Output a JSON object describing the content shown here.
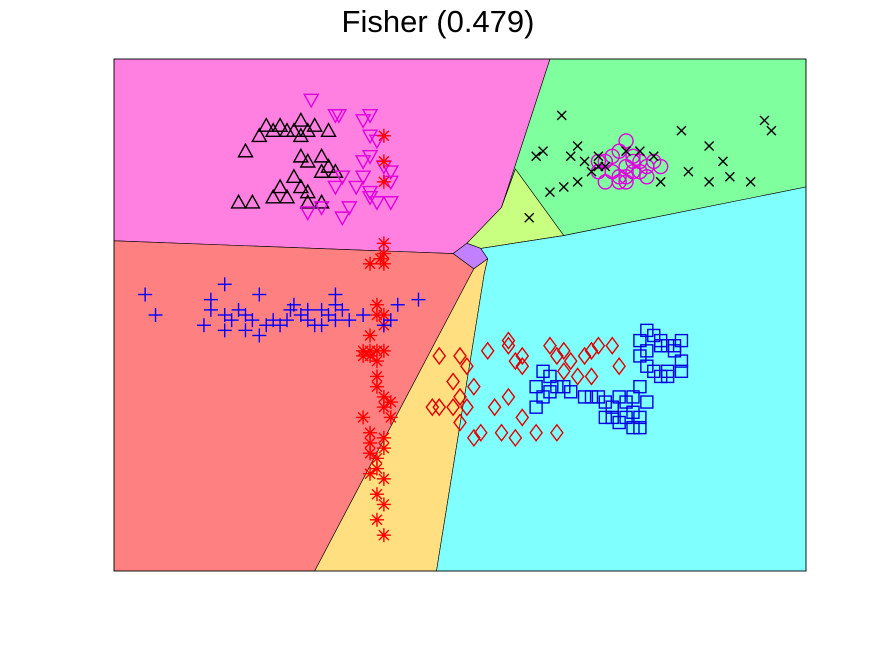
{
  "chart_data": {
    "type": "scatter",
    "title": "Fisher (0.479)",
    "xlabel": "",
    "ylabel": "",
    "xlim": [
      0,
      1
    ],
    "ylim": [
      0,
      1
    ],
    "axes_visible": false,
    "grid": false,
    "legend": "none",
    "regions": [
      {
        "class": "triangle-up",
        "color": "#FF80E0",
        "polygon": [
          [
            0.0,
            0.0
          ],
          [
            0.63,
            0.0
          ],
          [
            0.56,
            0.29
          ],
          [
            0.51,
            0.36
          ],
          [
            0.49,
            0.38
          ],
          [
            0.0,
            0.355
          ]
        ]
      },
      {
        "class": "cross",
        "color": "#80FF9E",
        "polygon": [
          [
            0.63,
            0.0
          ],
          [
            1.0,
            0.0
          ],
          [
            1.0,
            0.25
          ],
          [
            0.65,
            0.345
          ],
          [
            0.58,
            0.215
          ],
          [
            0.56,
            0.29
          ]
        ]
      },
      {
        "class": "star",
        "color": "#C8FF80",
        "polygon": [
          [
            0.58,
            0.215
          ],
          [
            0.65,
            0.345
          ],
          [
            0.53,
            0.37
          ],
          [
            0.51,
            0.36
          ],
          [
            0.56,
            0.29
          ]
        ]
      },
      {
        "class": "triangle-down",
        "color": "#C080FF",
        "polygon": [
          [
            0.51,
            0.36
          ],
          [
            0.53,
            0.37
          ],
          [
            0.54,
            0.39
          ],
          [
            0.52,
            0.41
          ],
          [
            0.49,
            0.38
          ]
        ]
      },
      {
        "class": "plus",
        "color": "#FF8080",
        "polygon": [
          [
            0.0,
            0.355
          ],
          [
            0.49,
            0.38
          ],
          [
            0.52,
            0.41
          ],
          [
            0.29,
            1.0
          ],
          [
            0.0,
            1.0
          ]
        ]
      },
      {
        "class": "diamond",
        "color": "#FFDF80",
        "polygon": [
          [
            0.52,
            0.41
          ],
          [
            0.54,
            0.39
          ],
          [
            0.535,
            0.42
          ],
          [
            0.466,
            1.0
          ],
          [
            0.29,
            1.0
          ]
        ]
      },
      {
        "class": "square",
        "color": "#80FFFF",
        "polygon": [
          [
            0.53,
            0.37
          ],
          [
            0.65,
            0.345
          ],
          [
            1.0,
            0.25
          ],
          [
            1.0,
            1.0
          ],
          [
            0.466,
            1.0
          ],
          [
            0.535,
            0.42
          ],
          [
            0.54,
            0.39
          ]
        ]
      }
    ],
    "series": [
      {
        "marker": "triangle-up",
        "color": "#000000",
        "points": [
          [
            0.19,
            0.18
          ],
          [
            0.23,
            0.14
          ],
          [
            0.21,
            0.15
          ],
          [
            0.24,
            0.13
          ],
          [
            0.25,
            0.14
          ],
          [
            0.26,
            0.14
          ],
          [
            0.22,
            0.13
          ],
          [
            0.27,
            0.12
          ],
          [
            0.28,
            0.14
          ],
          [
            0.29,
            0.13
          ],
          [
            0.27,
            0.15
          ],
          [
            0.31,
            0.14
          ],
          [
            0.27,
            0.19
          ],
          [
            0.28,
            0.2
          ],
          [
            0.3,
            0.19
          ],
          [
            0.31,
            0.21
          ],
          [
            0.3,
            0.22
          ],
          [
            0.26,
            0.23
          ],
          [
            0.24,
            0.25
          ],
          [
            0.27,
            0.25
          ],
          [
            0.28,
            0.26
          ],
          [
            0.25,
            0.27
          ],
          [
            0.28,
            0.28
          ],
          [
            0.3,
            0.28
          ],
          [
            0.32,
            0.22
          ],
          [
            0.23,
            0.27
          ],
          [
            0.2,
            0.28
          ],
          [
            0.18,
            0.28
          ]
        ]
      },
      {
        "marker": "triangle-down",
        "color": "#E000E0",
        "points": [
          [
            0.285,
            0.08
          ],
          [
            0.32,
            0.11
          ],
          [
            0.325,
            0.11
          ],
          [
            0.37,
            0.11
          ],
          [
            0.37,
            0.15
          ],
          [
            0.38,
            0.16
          ],
          [
            0.37,
            0.19
          ],
          [
            0.36,
            0.2
          ],
          [
            0.39,
            0.21
          ],
          [
            0.4,
            0.22
          ],
          [
            0.36,
            0.23
          ],
          [
            0.4,
            0.24
          ],
          [
            0.33,
            0.23
          ],
          [
            0.32,
            0.25
          ],
          [
            0.35,
            0.25
          ],
          [
            0.37,
            0.26
          ],
          [
            0.37,
            0.27
          ],
          [
            0.38,
            0.28
          ],
          [
            0.34,
            0.29
          ],
          [
            0.4,
            0.28
          ],
          [
            0.33,
            0.31
          ],
          [
            0.28,
            0.3
          ],
          [
            0.3,
            0.29
          ],
          [
            0.36,
            0.12
          ]
        ]
      },
      {
        "marker": "circle",
        "color": "#E000E0",
        "points": [
          [
            0.74,
            0.16
          ],
          [
            0.71,
            0.2
          ],
          [
            0.72,
            0.19
          ],
          [
            0.73,
            0.18
          ],
          [
            0.74,
            0.21
          ],
          [
            0.75,
            0.2
          ],
          [
            0.76,
            0.2
          ],
          [
            0.77,
            0.21
          ],
          [
            0.78,
            0.2
          ],
          [
            0.75,
            0.22
          ],
          [
            0.73,
            0.23
          ],
          [
            0.72,
            0.22
          ],
          [
            0.7,
            0.22
          ],
          [
            0.71,
            0.24
          ],
          [
            0.73,
            0.24
          ],
          [
            0.74,
            0.23
          ],
          [
            0.76,
            0.22
          ],
          [
            0.74,
            0.24
          ],
          [
            0.77,
            0.23
          ],
          [
            0.7,
            0.2
          ],
          [
            0.79,
            0.21
          ],
          [
            0.75,
            0.19
          ]
        ]
      },
      {
        "marker": "x",
        "color": "#000000",
        "points": [
          [
            0.647,
            0.11
          ],
          [
            0.68,
            0.2
          ],
          [
            0.66,
            0.19
          ],
          [
            0.7,
            0.19
          ],
          [
            0.67,
            0.24
          ],
          [
            0.65,
            0.25
          ],
          [
            0.63,
            0.26
          ],
          [
            0.69,
            0.22
          ],
          [
            0.71,
            0.21
          ],
          [
            0.74,
            0.18
          ],
          [
            0.76,
            0.18
          ],
          [
            0.78,
            0.19
          ],
          [
            0.82,
            0.14
          ],
          [
            0.86,
            0.17
          ],
          [
            0.88,
            0.2
          ],
          [
            0.89,
            0.23
          ],
          [
            0.83,
            0.22
          ],
          [
            0.79,
            0.24
          ],
          [
            0.86,
            0.24
          ],
          [
            0.92,
            0.24
          ],
          [
            0.94,
            0.12
          ],
          [
            0.95,
            0.14
          ],
          [
            0.61,
            0.19
          ],
          [
            0.62,
            0.18
          ],
          [
            0.7,
            0.21
          ],
          [
            0.67,
            0.17
          ],
          [
            0.6,
            0.31
          ]
        ]
      },
      {
        "marker": "star",
        "color": "#FF0000",
        "points": [
          [
            0.39,
            0.15
          ],
          [
            0.39,
            0.2
          ],
          [
            0.39,
            0.24
          ],
          [
            0.39,
            0.36
          ],
          [
            0.39,
            0.38
          ],
          [
            0.385,
            0.39
          ],
          [
            0.39,
            0.4
          ],
          [
            0.37,
            0.4
          ],
          [
            0.38,
            0.48
          ],
          [
            0.39,
            0.5
          ],
          [
            0.38,
            0.5
          ],
          [
            0.39,
            0.52
          ],
          [
            0.37,
            0.54
          ],
          [
            0.37,
            0.57
          ],
          [
            0.38,
            0.57
          ],
          [
            0.39,
            0.57
          ],
          [
            0.36,
            0.57
          ],
          [
            0.37,
            0.58
          ],
          [
            0.38,
            0.59
          ],
          [
            0.36,
            0.58
          ],
          [
            0.38,
            0.62
          ],
          [
            0.38,
            0.64
          ],
          [
            0.4,
            0.67
          ],
          [
            0.39,
            0.68
          ],
          [
            0.36,
            0.7
          ],
          [
            0.37,
            0.73
          ],
          [
            0.39,
            0.74
          ],
          [
            0.39,
            0.76
          ],
          [
            0.37,
            0.77
          ],
          [
            0.38,
            0.78
          ],
          [
            0.38,
            0.8
          ],
          [
            0.39,
            0.82
          ],
          [
            0.37,
            0.81
          ],
          [
            0.38,
            0.85
          ],
          [
            0.39,
            0.87
          ],
          [
            0.38,
            0.9
          ],
          [
            0.39,
            0.93
          ],
          [
            0.39,
            0.66
          ],
          [
            0.4,
            0.7
          ],
          [
            0.37,
            0.75
          ]
        ]
      },
      {
        "marker": "plus",
        "color": "#0000FF",
        "points": [
          [
            0.045,
            0.46
          ],
          [
            0.06,
            0.5
          ],
          [
            0.16,
            0.44
          ],
          [
            0.21,
            0.46
          ],
          [
            0.14,
            0.47
          ],
          [
            0.14,
            0.49
          ],
          [
            0.16,
            0.5
          ],
          [
            0.18,
            0.49
          ],
          [
            0.17,
            0.51
          ],
          [
            0.19,
            0.5
          ],
          [
            0.2,
            0.51
          ],
          [
            0.13,
            0.52
          ],
          [
            0.16,
            0.53
          ],
          [
            0.19,
            0.53
          ],
          [
            0.21,
            0.54
          ],
          [
            0.22,
            0.52
          ],
          [
            0.23,
            0.51
          ],
          [
            0.25,
            0.51
          ],
          [
            0.255,
            0.49
          ],
          [
            0.26,
            0.48
          ],
          [
            0.27,
            0.5
          ],
          [
            0.28,
            0.51
          ],
          [
            0.29,
            0.52
          ],
          [
            0.3,
            0.52
          ],
          [
            0.28,
            0.49
          ],
          [
            0.3,
            0.49
          ],
          [
            0.32,
            0.48
          ],
          [
            0.33,
            0.49
          ],
          [
            0.32,
            0.51
          ],
          [
            0.32,
            0.46
          ],
          [
            0.31,
            0.5
          ],
          [
            0.34,
            0.51
          ],
          [
            0.36,
            0.5
          ],
          [
            0.39,
            0.52
          ],
          [
            0.4,
            0.51
          ],
          [
            0.41,
            0.48
          ],
          [
            0.44,
            0.47
          ],
          [
            0.24,
            0.52
          ]
        ]
      },
      {
        "marker": "diamond",
        "color": "#E00000",
        "points": [
          [
            0.5,
            0.58
          ],
          [
            0.54,
            0.57
          ],
          [
            0.57,
            0.56
          ],
          [
            0.58,
            0.59
          ],
          [
            0.59,
            0.58
          ],
          [
            0.57,
            0.55
          ],
          [
            0.51,
            0.6
          ],
          [
            0.49,
            0.63
          ],
          [
            0.52,
            0.64
          ],
          [
            0.63,
            0.56
          ],
          [
            0.64,
            0.58
          ],
          [
            0.66,
            0.59
          ],
          [
            0.65,
            0.61
          ],
          [
            0.68,
            0.58
          ],
          [
            0.69,
            0.57
          ],
          [
            0.7,
            0.56
          ],
          [
            0.67,
            0.62
          ],
          [
            0.69,
            0.62
          ],
          [
            0.73,
            0.6
          ],
          [
            0.72,
            0.56
          ],
          [
            0.65,
            0.57
          ],
          [
            0.47,
            0.58
          ],
          [
            0.57,
            0.66
          ],
          [
            0.59,
            0.6
          ],
          [
            0.5,
            0.66
          ],
          [
            0.47,
            0.68
          ],
          [
            0.46,
            0.68
          ],
          [
            0.49,
            0.68
          ],
          [
            0.5,
            0.71
          ],
          [
            0.51,
            0.68
          ],
          [
            0.55,
            0.68
          ],
          [
            0.59,
            0.7
          ],
          [
            0.53,
            0.73
          ],
          [
            0.52,
            0.74
          ],
          [
            0.58,
            0.74
          ],
          [
            0.56,
            0.73
          ],
          [
            0.61,
            0.73
          ],
          [
            0.64,
            0.73
          ]
        ]
      },
      {
        "marker": "square",
        "color": "#0000E0",
        "points": [
          [
            0.77,
            0.53
          ],
          [
            0.78,
            0.54
          ],
          [
            0.79,
            0.55
          ],
          [
            0.76,
            0.55
          ],
          [
            0.77,
            0.57
          ],
          [
            0.79,
            0.56
          ],
          [
            0.8,
            0.56
          ],
          [
            0.76,
            0.58
          ],
          [
            0.77,
            0.6
          ],
          [
            0.78,
            0.61
          ],
          [
            0.79,
            0.62
          ],
          [
            0.8,
            0.61
          ],
          [
            0.81,
            0.56
          ],
          [
            0.82,
            0.55
          ],
          [
            0.81,
            0.57
          ],
          [
            0.82,
            0.59
          ],
          [
            0.82,
            0.61
          ],
          [
            0.8,
            0.62
          ],
          [
            0.62,
            0.61
          ],
          [
            0.63,
            0.62
          ],
          [
            0.64,
            0.64
          ],
          [
            0.61,
            0.64
          ],
          [
            0.62,
            0.66
          ],
          [
            0.61,
            0.68
          ],
          [
            0.63,
            0.65
          ],
          [
            0.65,
            0.64
          ],
          [
            0.66,
            0.65
          ],
          [
            0.68,
            0.66
          ],
          [
            0.69,
            0.66
          ],
          [
            0.7,
            0.66
          ],
          [
            0.71,
            0.67
          ],
          [
            0.72,
            0.68
          ],
          [
            0.73,
            0.66
          ],
          [
            0.74,
            0.67
          ],
          [
            0.75,
            0.66
          ],
          [
            0.76,
            0.64
          ],
          [
            0.77,
            0.67
          ],
          [
            0.75,
            0.69
          ],
          [
            0.76,
            0.7
          ],
          [
            0.72,
            0.7
          ],
          [
            0.75,
            0.72
          ],
          [
            0.73,
            0.71
          ],
          [
            0.71,
            0.7
          ],
          [
            0.74,
            0.7
          ],
          [
            0.76,
            0.72
          ]
        ]
      }
    ]
  }
}
